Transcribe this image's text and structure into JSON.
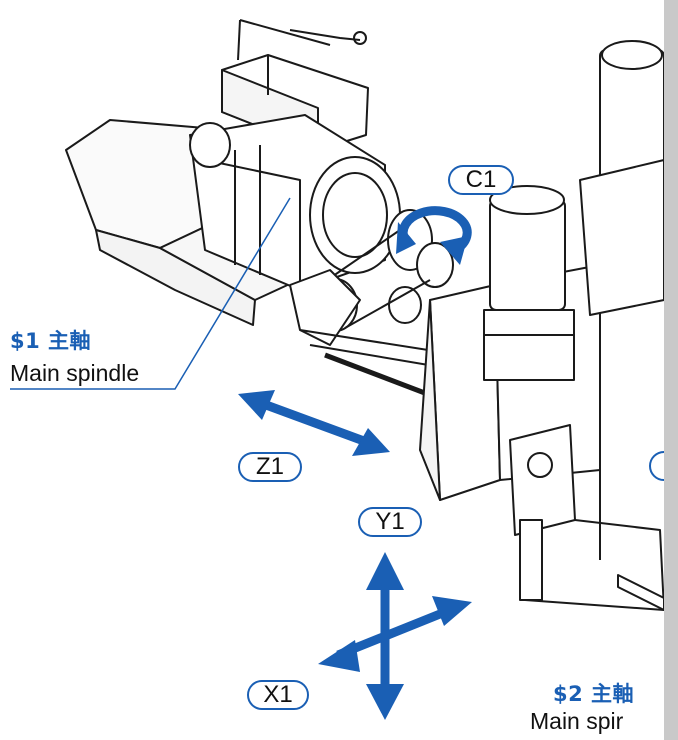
{
  "labels": {
    "spindle1_cn": "$1 主軸",
    "spindle1_en": "Main spindle",
    "spindle2_cn": "$2 主軸",
    "spindle2_en": "Main spir"
  },
  "axes": {
    "c1": "C1",
    "z1": "Z1",
    "y1": "Y1",
    "x1": "X1"
  },
  "colors": {
    "accent": "#1a5fb4",
    "line": "#1a1a1a"
  }
}
